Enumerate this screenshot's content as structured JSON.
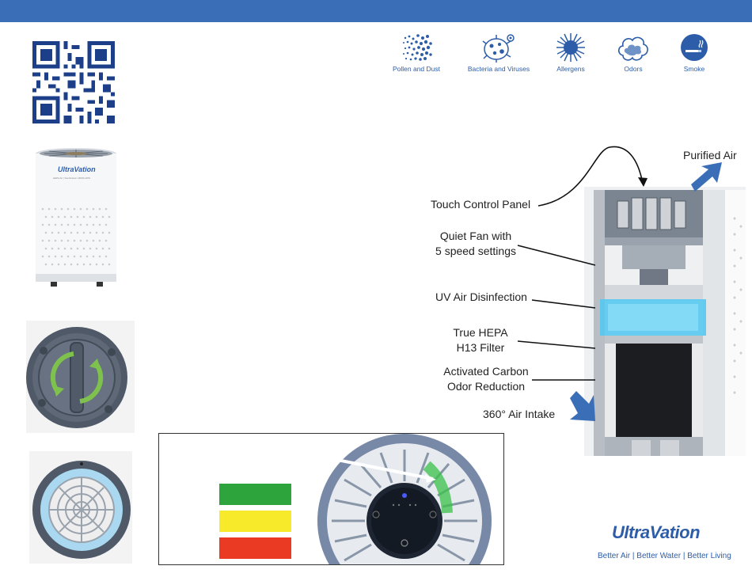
{
  "contaminants": [
    {
      "label": "Pollen and Dust",
      "icon": "pollen-dust-icon"
    },
    {
      "label": "Bacteria and Viruses",
      "icon": "bacteria-icon"
    },
    {
      "label": "Allergens",
      "icon": "allergen-icon"
    },
    {
      "label": "Odors",
      "icon": "odor-icon"
    },
    {
      "label": "Smoke",
      "icon": "smoke-icon"
    }
  ],
  "product": {
    "brand": "UltraVation",
    "body_text": "HEPA Air | Sterilization 18636-HPM"
  },
  "diagram_labels": {
    "purified_air": "Purified Air",
    "touch_panel": "Touch Control Panel",
    "fan_line1": "Quiet Fan with",
    "fan_line2": "5 speed settings",
    "uv": "UV Air Disinfection",
    "hepa_line1": "True HEPA",
    "hepa_line2": "H13  Filter",
    "carbon_line1": "Activated Carbon",
    "carbon_line2": "Odor Reduction",
    "intake": "360° Air Intake"
  },
  "indicator_colors": [
    "#2ea43c",
    "#f6ea2b",
    "#ea3a24"
  ],
  "brand": {
    "name": "UltraVation",
    "tagline": "Better Air  |  Better Water  |  Better Living"
  },
  "colors": {
    "header": "#3a6fb7",
    "brand_blue": "#2d5da8"
  }
}
